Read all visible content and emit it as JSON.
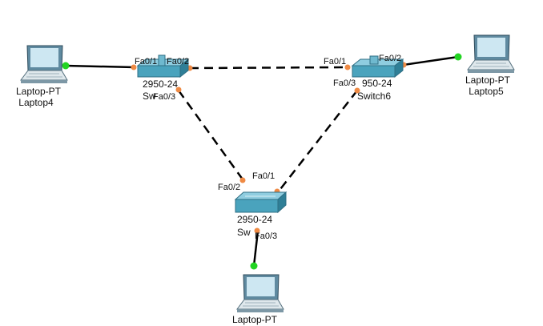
{
  "colors": {
    "link": "#000000",
    "port_up": "#22d422",
    "port_amber": "#ef8a44",
    "switch_body": "#4aa3bd",
    "laptop_body": "#5f8aa0"
  },
  "devices": {
    "laptop4": {
      "model": "Laptop-PT",
      "name": "Laptop4",
      "icon": "laptop-icon"
    },
    "laptop5": {
      "model": "Laptop-PT",
      "name": "Laptop5",
      "icon": "laptop-icon"
    },
    "laptop_bottom": {
      "model": "Laptop-PT",
      "icon": "laptop-icon"
    },
    "switch_left": {
      "model": "2950-24",
      "name_visible": "Sw",
      "icon": "switch-icon"
    },
    "switch6": {
      "model": "950-24",
      "name": "Switch6",
      "icon": "switch-icon"
    },
    "switch_bottom": {
      "model": "2950-24",
      "name_visible": "Sw",
      "icon": "switch-icon"
    }
  },
  "ports": {
    "left_fa01": "Fa0/1",
    "left_fa02": "Fa0/2",
    "left_fa03": "Fa0/3",
    "s6_fa01": "Fa0/1",
    "s6_fa02": "Fa0/2",
    "s6_fa03": "Fa0/3",
    "bot_fa01": "Fa0/1",
    "bot_fa02": "Fa0/2",
    "bot_fa03": "Fa0/3"
  },
  "links": [
    {
      "from": "Laptop4",
      "to": "2950-24 (left)",
      "style": "solid"
    },
    {
      "from": "2950-24 (left)",
      "to": "Switch6",
      "style": "dashed"
    },
    {
      "from": "Switch6",
      "to": "Laptop5",
      "style": "solid"
    },
    {
      "from": "2950-24 (left)",
      "to": "2950-24 (bottom)",
      "style": "dashed"
    },
    {
      "from": "Switch6",
      "to": "2950-24 (bottom)",
      "style": "dashed"
    },
    {
      "from": "2950-24 (bottom)",
      "to": "Laptop-PT (bottom)",
      "style": "solid"
    }
  ]
}
